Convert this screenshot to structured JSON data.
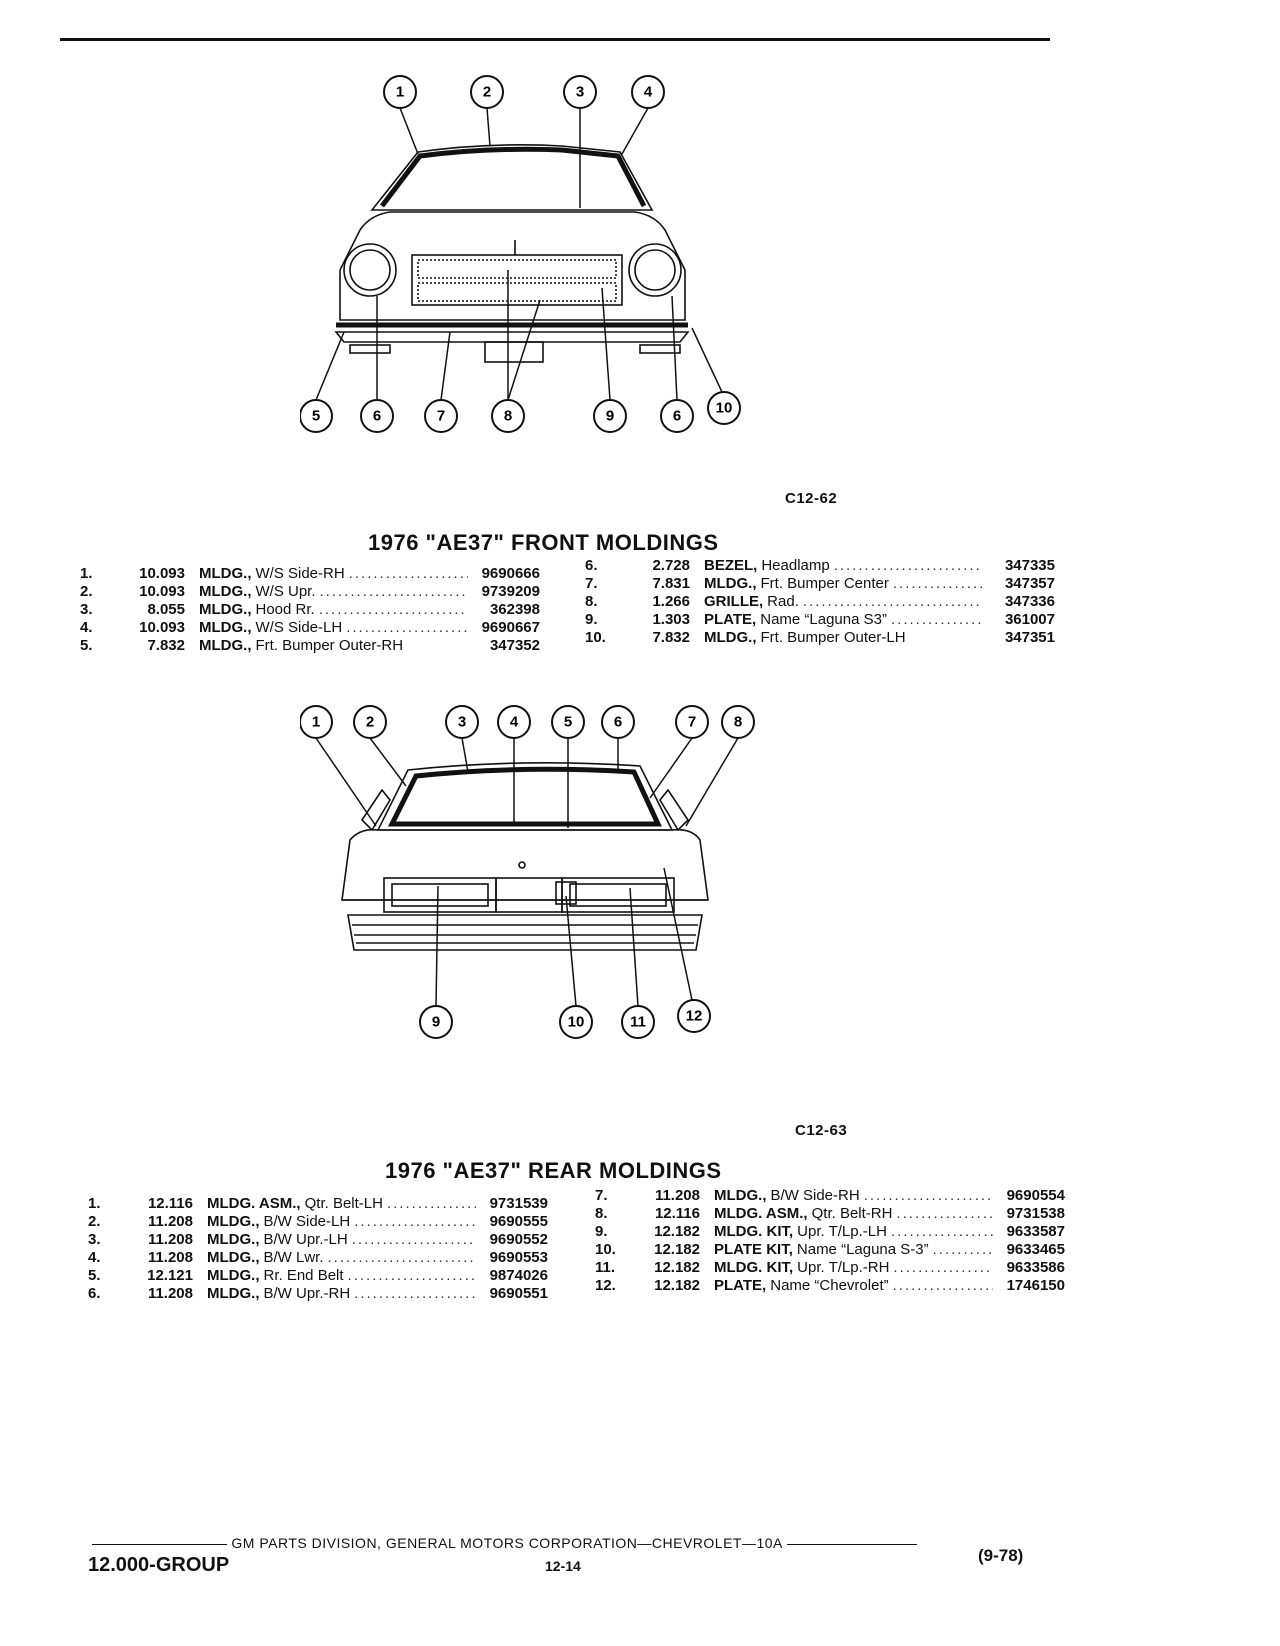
{
  "front": {
    "figure_code": "C12-62",
    "title": "1976 \"AE37\" FRONT MOLDINGS",
    "callouts": [
      "1",
      "2",
      "3",
      "4",
      "5",
      "6",
      "7",
      "8",
      "9",
      "6",
      "10"
    ],
    "left": [
      {
        "no": "1.",
        "code": "10.093",
        "name": "MLDG.,",
        "desc": "W/S Side-RH",
        "part": "9690666"
      },
      {
        "no": "2.",
        "code": "10.093",
        "name": "MLDG.,",
        "desc": "W/S Upr.",
        "part": "9739209"
      },
      {
        "no": "3.",
        "code": "8.055",
        "name": "MLDG.,",
        "desc": "Hood Rr.",
        "part": "362398"
      },
      {
        "no": "4.",
        "code": "10.093",
        "name": "MLDG.,",
        "desc": "W/S Side-LH",
        "part": "9690667"
      },
      {
        "no": "5.",
        "code": "7.832",
        "name": "MLDG.,",
        "desc": "Frt. Bumper Outer-RH",
        "part": "347352"
      }
    ],
    "right": [
      {
        "no": "6.",
        "code": "2.728",
        "name": "BEZEL,",
        "desc": "Headlamp",
        "part": "347335"
      },
      {
        "no": "7.",
        "code": "7.831",
        "name": "MLDG.,",
        "desc": "Frt. Bumper Center",
        "part": "347357"
      },
      {
        "no": "8.",
        "code": "1.266",
        "name": "GRILLE,",
        "desc": "Rad.",
        "part": "347336"
      },
      {
        "no": "9.",
        "code": "1.303",
        "name": "PLATE,",
        "desc": "Name “Laguna S3”",
        "part": "361007"
      },
      {
        "no": "10.",
        "code": "7.832",
        "name": "MLDG.,",
        "desc": "Frt. Bumper Outer-LH",
        "part": "347351"
      }
    ]
  },
  "rear": {
    "figure_code": "C12-63",
    "title": "1976 \"AE37\" REAR MOLDINGS",
    "callouts": [
      "1",
      "2",
      "3",
      "4",
      "5",
      "6",
      "7",
      "8",
      "9",
      "10",
      "11",
      "12"
    ],
    "left": [
      {
        "no": "1.",
        "code": "12.116",
        "name": "MLDG. ASM.,",
        "desc": "Qtr. Belt-LH",
        "part": "9731539"
      },
      {
        "no": "2.",
        "code": "11.208",
        "name": "MLDG.,",
        "desc": "B/W Side-LH",
        "part": "9690555"
      },
      {
        "no": "3.",
        "code": "11.208",
        "name": "MLDG.,",
        "desc": "B/W Upr.-LH",
        "part": "9690552"
      },
      {
        "no": "4.",
        "code": "11.208",
        "name": "MLDG.,",
        "desc": "B/W Lwr.",
        "part": "9690553"
      },
      {
        "no": "5.",
        "code": "12.121",
        "name": "MLDG.,",
        "desc": "Rr. End Belt",
        "part": "9874026"
      },
      {
        "no": "6.",
        "code": "11.208",
        "name": "MLDG.,",
        "desc": "B/W Upr.-RH",
        "part": "9690551"
      }
    ],
    "right": [
      {
        "no": "7.",
        "code": "11.208",
        "name": "MLDG.,",
        "desc": "B/W Side-RH",
        "part": "9690554"
      },
      {
        "no": "8.",
        "code": "12.116",
        "name": "MLDG. ASM.,",
        "desc": "Qtr. Belt-RH",
        "part": "9731538"
      },
      {
        "no": "9.",
        "code": "12.182",
        "name": "MLDG. KIT,",
        "desc": "Upr. T/Lp.-LH",
        "part": "9633587"
      },
      {
        "no": "10.",
        "code": "12.182",
        "name": "PLATE KIT,",
        "desc": "Name “Laguna S-3”",
        "part": "9633465"
      },
      {
        "no": "11.",
        "code": "12.182",
        "name": "MLDG. KIT,",
        "desc": "Upr. T/Lp.-RH",
        "part": "9633586"
      },
      {
        "no": "12.",
        "code": "12.182",
        "name": "PLATE,",
        "desc": "Name “Chevrolet”",
        "part": "1746150"
      }
    ]
  },
  "footer": {
    "line": "GM PARTS DIVISION, GENERAL MOTORS CORPORATION—CHEVROLET—10A",
    "group": "12.000-GROUP",
    "page": "12-14",
    "date": "(9-78)"
  }
}
